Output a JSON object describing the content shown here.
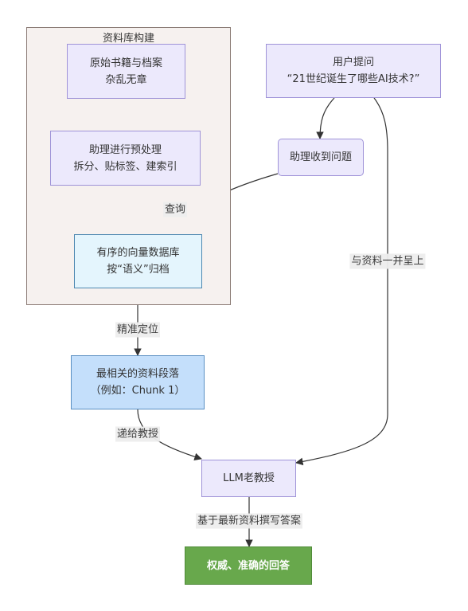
{
  "diagram": {
    "cluster": {
      "title": "资料库构建"
    },
    "nodes": {
      "raw_books": {
        "lines": [
          "原始书籍与档案",
          "杂乱无章"
        ]
      },
      "preprocess": {
        "lines": [
          "助理进行预处理",
          "拆分、贴标签、建索引"
        ]
      },
      "vector_db": {
        "lines": [
          "有序的向量数据库",
          "按“语义”归档"
        ]
      },
      "user_question": {
        "lines": [
          "用户提问",
          "“21世纪诞生了哪些AI技术?”"
        ]
      },
      "assistant_receives": {
        "lines": [
          "助理收到问题"
        ]
      },
      "top_chunk": {
        "lines": [
          "最相关的资料段落",
          "（例如：Chunk 1）"
        ]
      },
      "llm_professor": {
        "lines": [
          "LLM老教授"
        ]
      },
      "answer": {
        "lines": [
          "权威、准确的回答"
        ]
      }
    },
    "edge_labels": {
      "query": "查询",
      "locate": "精准定位",
      "pass_to_professor": "递给教授",
      "present_with_material": "与资料一并呈上",
      "write_answer": "基于最新资料撰写答案"
    }
  },
  "colors": {
    "line": "#333333",
    "cluster_fill": "#f6f1ef",
    "node_fill": "#ece9fc",
    "node_border": "#9f93d8",
    "db_fill": "#e4f5fd",
    "chunk_fill": "#c4dffb",
    "answer_fill": "#68a84c"
  }
}
